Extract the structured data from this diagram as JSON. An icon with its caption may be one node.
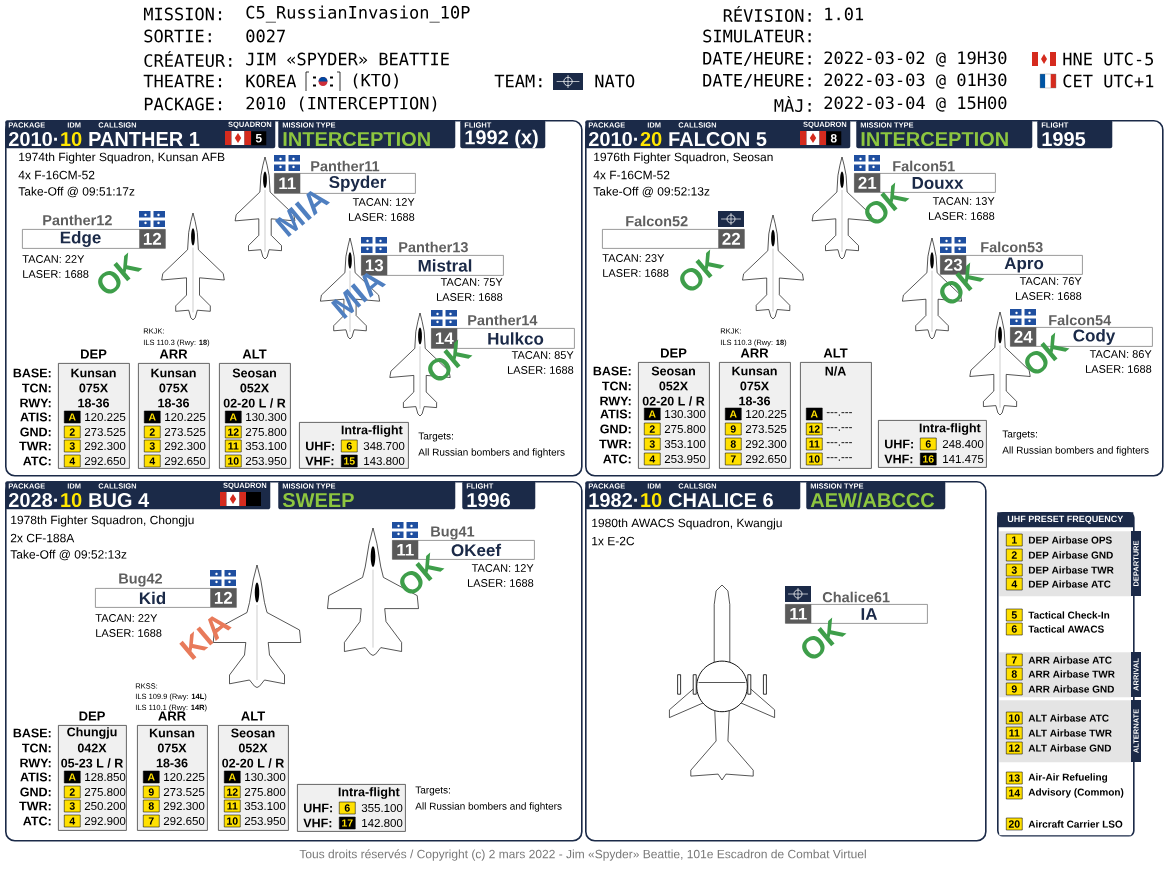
{
  "diagram": {
    "nodes": [
      {
        "text": [
          "1974th Fighter Squadron, Kunsan AFB",
          "4x F-16CM-52",
          "Take-Off @ 09:51:17z",
          "BASE:",
          "TCN:",
          "RWY:",
          "ATIS:",
          "GND:",
          "TWR:",
          "ATC:",
          "RKJK:",
          "ILS 110.3 (Rwy: **18**)",
          "Targets:",
          "All Russian bombers and fighters"
        ]
      },
      {
        "text": [
          "PACKAGE",
          "IDM",
          "CALLSIGN",
          "SQUADRON",
          "2010·",
          "10",
          "PANTHER 1",
          "5"
        ],
        "in": 0
      },
      {
        "text": [
          "MISSION TYPE",
          "INTERCEPTION"
        ],
        "in": 0
      },
      {
        "text": [
          "FLIGHT",
          "1992 (x)"
        ],
        "in": 0
      },
      {
        "text": [
          "Panther11",
          "11",
          "Spyder"
        ],
        "beside": [
          "TACAN: 12Y",
          "LASER: 1688",
          "MIA"
        ],
        "in": 0
      },
      {
        "text": [
          "Panther12",
          "Edge",
          "12"
        ],
        "beside": [
          "TACAN: 22Y",
          "LASER: 1688",
          "OK"
        ],
        "in": 0
      },
      {
        "text": [
          "Panther13",
          "13",
          "Mistral"
        ],
        "beside": [
          "TACAN: 75Y",
          "LASER: 1688",
          "MIA"
        ],
        "in": 0
      },
      {
        "text": [
          "Panther14",
          "14",
          "Hulkco"
        ],
        "beside": [
          "TACAN: 85Y",
          "LASER: 1688",
          "OK"
        ],
        "in": 0
      },
      {
        "text": [
          "DEP",
          "Kunsan",
          "075X",
          "18-36",
          "A",
          "120.225",
          "2",
          "273.525",
          "3",
          "292.300",
          "4",
          "292.650"
        ],
        "in": 0
      },
      {
        "text": [
          "ARR",
          "Kunsan",
          "075X",
          "18-36",
          "A",
          "120.225",
          "2",
          "273.525",
          "3",
          "292.300",
          "4",
          "292.650"
        ],
        "in": 0
      },
      {
        "text": [
          "ALT",
          "Seosan",
          "052X",
          "02-20 L / R",
          "A",
          "130.300",
          "12",
          "275.800",
          "11",
          "353.100",
          "10",
          "253.950"
        ],
        "in": 0
      },
      {
        "text": [
          "Intra-flight",
          "UHF:",
          "6",
          "348.700",
          "VHF:",
          "15",
          "143.800"
        ],
        "in": 0
      },
      {
        "text": [
          "1976th Fighter Squadron, Seosan",
          "4x F-16CM-52",
          "Take-Off @ 09:52:13z",
          "BASE:",
          "TCN:",
          "RWY:",
          "ATIS:",
          "GND:",
          "TWR:",
          "ATC:",
          "RKJK:",
          "ILS 110.3 (Rwy: **18**)",
          "Targets:",
          "All Russian bombers and fighters"
        ]
      },
      {
        "text": [
          "PACKAGE",
          "IDM",
          "CALLSIGN",
          "SQUADRON",
          "2010·",
          "20",
          "FALCON 5",
          "8"
        ],
        "in": 12
      },
      {
        "text": [
          "MISSION TYPE",
          "INTERCEPTION"
        ],
        "in": 12
      },
      {
        "text": [
          "FLIGHT",
          "1995"
        ],
        "in": 12
      },
      {
        "text": [
          "Falcon51",
          "21",
          "Douxx"
        ],
        "beside": [
          "TACAN: 13Y",
          "LASER: 1688",
          "OK"
        ],
        "in": 12
      },
      {
        "text": [
          "Falcon52",
          "22"
        ],
        "beside": [
          "TACAN: 23Y",
          "LASER: 1688",
          "OK"
        ],
        "in": 12
      },
      {
        "text": [
          "Falcon53",
          "23",
          "Apro"
        ],
        "beside": [
          "TACAN: 76Y",
          "LASER: 1688",
          "OK"
        ],
        "in": 12
      },
      {
        "text": [
          "Falcon54",
          "24",
          "Cody"
        ],
        "beside": [
          "TACAN: 86Y",
          "LASER: 1688",
          "OK"
        ],
        "in": 12
      },
      {
        "text": [
          "DEP",
          "Seosan",
          "052X",
          "02-20 L / R",
          "A",
          "130.300",
          "2",
          "275.800",
          "3",
          "353.100",
          "4",
          "253.950"
        ],
        "in": 12
      },
      {
        "text": [
          "ARR",
          "Kunsan",
          "075X",
          "18-36",
          "A",
          "120.225",
          "9",
          "273.525",
          "8",
          "292.300",
          "7",
          "292.650"
        ],
        "in": 12
      },
      {
        "text": [
          "ALT",
          "N/A",
          "A",
          "---.---",
          "12",
          "---.---",
          "11",
          "---.---",
          "10",
          "---.---"
        ],
        "in": 12
      },
      {
        "text": [
          "Intra-flight",
          "UHF:",
          "6",
          "248.400",
          "VHF:",
          "16",
          "141.475"
        ],
        "in": 12
      },
      {
        "text": [
          "1978th Fighter Squadron, Chongju",
          "2x CF-188A",
          "Take-Off @ 09:52:13z",
          "BASE:",
          "TCN:",
          "RWY:",
          "ATIS:",
          "GND:",
          "TWR:",
          "ATC:",
          "RKSS:",
          "ILS 109.9 (Rwy: **14L**)",
          "ILS 110.1 (Rwy: **14R**)",
          "Targets:",
          "All Russian bombers and fighters"
        ]
      },
      {
        "text": [
          "PACKAGE",
          "IDM",
          "CALLSIGN",
          "SQUADRON",
          "2028·",
          "10",
          "BUG 4"
        ],
        "in": 24
      },
      {
        "text": [
          "MISSION TYPE",
          "SWEEP"
        ],
        "in": 24
      },
      {
        "text": [
          "FLIGHT",
          "1996"
        ],
        "in": 24
      },
      {
        "text": [
          "Bug41",
          "11",
          "OKeef"
        ],
        "beside": [
          "TACAN: 12Y",
          "LASER: 1688",
          "OK"
        ],
        "in": 24
      },
      {
        "text": [
          "Bug42",
          "Kid",
          "12"
        ],
        "beside": [
          "TACAN: 22Y",
          "LASER: 1688",
          "KIA"
        ],
        "in": 24
      },
      {
        "text": [
          "DEP",
          "Chungju",
          "042X",
          "05-23 L / R",
          "A",
          "128.850",
          "2",
          "275.800",
          "3",
          "250.200",
          "4",
          "292.900"
        ],
        "in": 24
      },
      {
        "text": [
          "ARR",
          "Kunsan",
          "075X",
          "18-36",
          "A",
          "120.225",
          "9",
          "273.525",
          "8",
          "292.300",
          "7",
          "292.650"
        ],
        "in": 24
      },
      {
        "text": [
          "ALT",
          "Seosan",
          "052X",
          "02-20 L / R",
          "A",
          "130.300",
          "12",
          "275.800",
          "11",
          "353.100",
          "10",
          "253.950"
        ],
        "in": 24
      },
      {
        "text": [
          "Intra-flight",
          "UHF:",
          "6",
          "355.100",
          "VHF:",
          "17",
          "142.800"
        ],
        "in": 24
      },
      {
        "text": [
          "1980th AWACS Squadron, Kwangju",
          "1x E-2C"
        ]
      },
      {
        "text": [
          "PACKAGE",
          "IDM",
          "CALLSIGN",
          "1982·",
          "10",
          "CHALICE 6"
        ],
        "in": 34
      },
      {
        "text": [
          "MISSION TYPE",
          "AEW/ABCCC"
        ],
        "in": 34
      },
      {
        "text": [
          "Chalice61",
          "11",
          "IA"
        ],
        "beside": [
          "OK"
        ],
        "in": 34
      },
      {
        "text": [
          "UHF PRESET FREQUENCY"
        ]
      },
      {
        "text": [
          "DEPARTURE",
          "1",
          "DEP Airbase OPS",
          "2",
          "DEP Airbase GND",
          "3",
          "DEP Airbase TWR",
          "4",
          "DEP Airbase ATC"
        ],
        "in": 38
      },
      {
        "text": [
          "5",
          "Tactical Check-In",
          "6",
          "Tactical AWACS"
        ],
        "in": 38
      },
      {
        "text": [
          "ARRIVAL",
          "7",
          "ARR Airbase ATC",
          "8",
          "ARR Airbase TWR",
          "9",
          "ARR Airbase GND"
        ],
        "in": 38
      },
      {
        "text": [
          "ALTERNATE",
          "10",
          "ALT Airbase ATC",
          "11",
          "ALT Airbase TWR",
          "12",
          "ALT Airbase GND"
        ],
        "in": 38
      },
      {
        "text": [
          "13",
          "Air-Air Refueling",
          "14",
          "Advisory (Common)"
        ],
        "in": 38
      },
      {
        "text": [
          "20",
          "Aircraft Carrier LSO"
        ],
        "in": 38
      }
    ],
    "labels": [
      "MISSION:",
      "C5_RussianInvasion_10P",
      "RÉVISION:",
      "1.01",
      "SORTIE:",
      "0027",
      "SIMULATEUR:",
      "CRÉATEUR:",
      "JIM «SPYDER» BEATTIE",
      "DATE/HEURE:",
      "2022-03-02 @ 19H30",
      "HNE UTC-5",
      "THEATRE:",
      "KOREA",
      "(KTO)",
      "TEAM:",
      "NATO",
      "DATE/HEURE:",
      "2022-03-03 @ 01H30",
      "CET UTC+1",
      "PACKAGE:",
      "2010 (INTERCEPTION)",
      "MÀJ:",
      "2022-03-04 @ 15H00",
      "Tous droits réservés / Copyright (c) 2 mars 2022 - Jim «Spyder» Beattie, 101e Escadron de Combat Virtuel"
    ]
  }
}
